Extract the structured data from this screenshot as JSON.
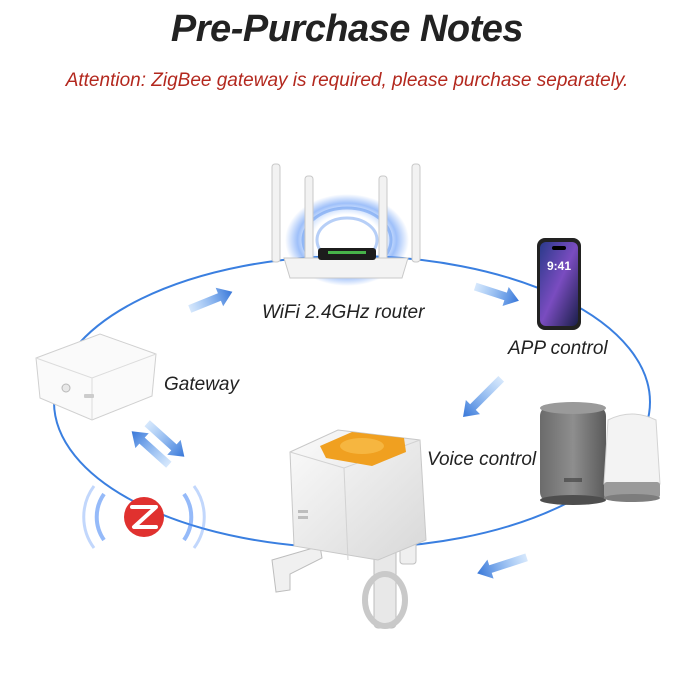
{
  "header": {
    "title": "Pre-Purchase Notes",
    "attention": "Attention: ZigBee gateway is required, please purchase separately."
  },
  "labels": {
    "router": "WiFi 2.4GHz router",
    "app": "APP control",
    "gateway": "Gateway",
    "voice": "Voice control"
  },
  "colors": {
    "attention_red": "#b3281e",
    "loop_blue": "#3a7fe0",
    "zigbee_red": "#e0312f"
  },
  "icons": {
    "zigbee": "zigbee-logo-icon"
  }
}
